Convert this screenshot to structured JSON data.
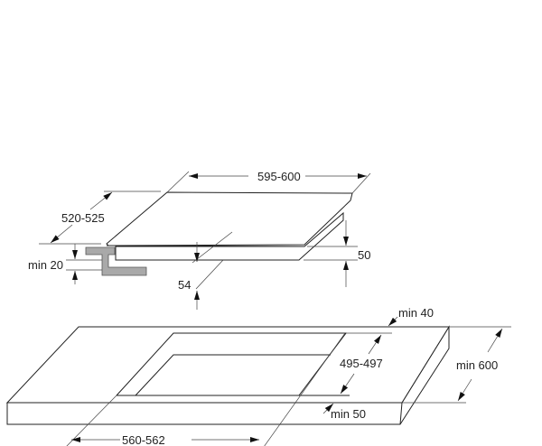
{
  "labels": {
    "hob_width": "595-600",
    "hob_depth": "520-525",
    "min_wall_gap": "min 20",
    "built_in_depth": "54",
    "hob_height": "50",
    "rear_clearance": "min 40",
    "cutout_depth": "495-497",
    "worktop_depth": "min 600",
    "front_clearance": "min 50",
    "cutout_width": "560-562"
  },
  "colors": {
    "line": "#222222",
    "bracket": "#a9a9a9"
  }
}
